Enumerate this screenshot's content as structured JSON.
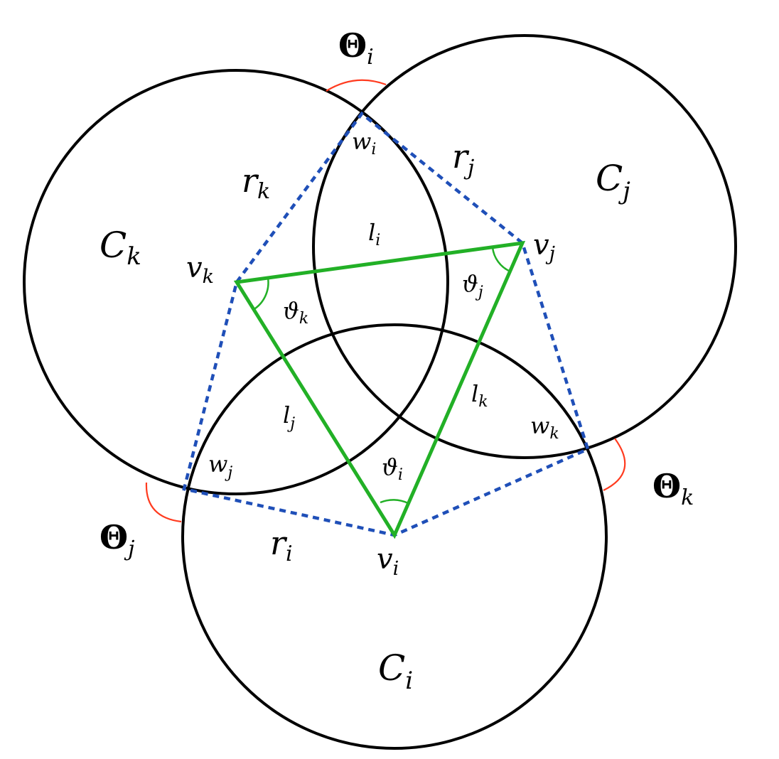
{
  "colors": {
    "circle": "#000000",
    "triangle": "#22b026",
    "dashed": "#1f4fb8",
    "exterior_angle": "#ff3b1f",
    "interior_angle": "#22b026"
  },
  "circles": {
    "i": {
      "base": "C",
      "sub": "i"
    },
    "j": {
      "base": "C",
      "sub": "j"
    },
    "k": {
      "base": "C",
      "sub": "k"
    }
  },
  "vertices": {
    "i": {
      "base": "v",
      "sub": "i"
    },
    "j": {
      "base": "v",
      "sub": "j"
    },
    "k": {
      "base": "v",
      "sub": "k"
    }
  },
  "edges": {
    "i": {
      "base": "l",
      "sub": "i"
    },
    "j": {
      "base": "l",
      "sub": "j"
    },
    "k": {
      "base": "l",
      "sub": "k"
    }
  },
  "radii": {
    "i": {
      "base": "r",
      "sub": "i"
    },
    "j": {
      "base": "r",
      "sub": "j"
    },
    "k": {
      "base": "r",
      "sub": "k"
    }
  },
  "intersections": {
    "i": {
      "base": "w",
      "sub": "i"
    },
    "j": {
      "base": "w",
      "sub": "j"
    },
    "k": {
      "base": "w",
      "sub": "k"
    }
  },
  "interior_angles": {
    "i": {
      "base": "ϑ",
      "sub": "i"
    },
    "j": {
      "base": "ϑ",
      "sub": "j"
    },
    "k": {
      "base": "ϑ",
      "sub": "k"
    }
  },
  "exterior_angles": {
    "i": {
      "base": "Θ",
      "sub": "i"
    },
    "j": {
      "base": "Θ",
      "sub": "j"
    },
    "k": {
      "base": "Θ",
      "sub": "k"
    }
  }
}
